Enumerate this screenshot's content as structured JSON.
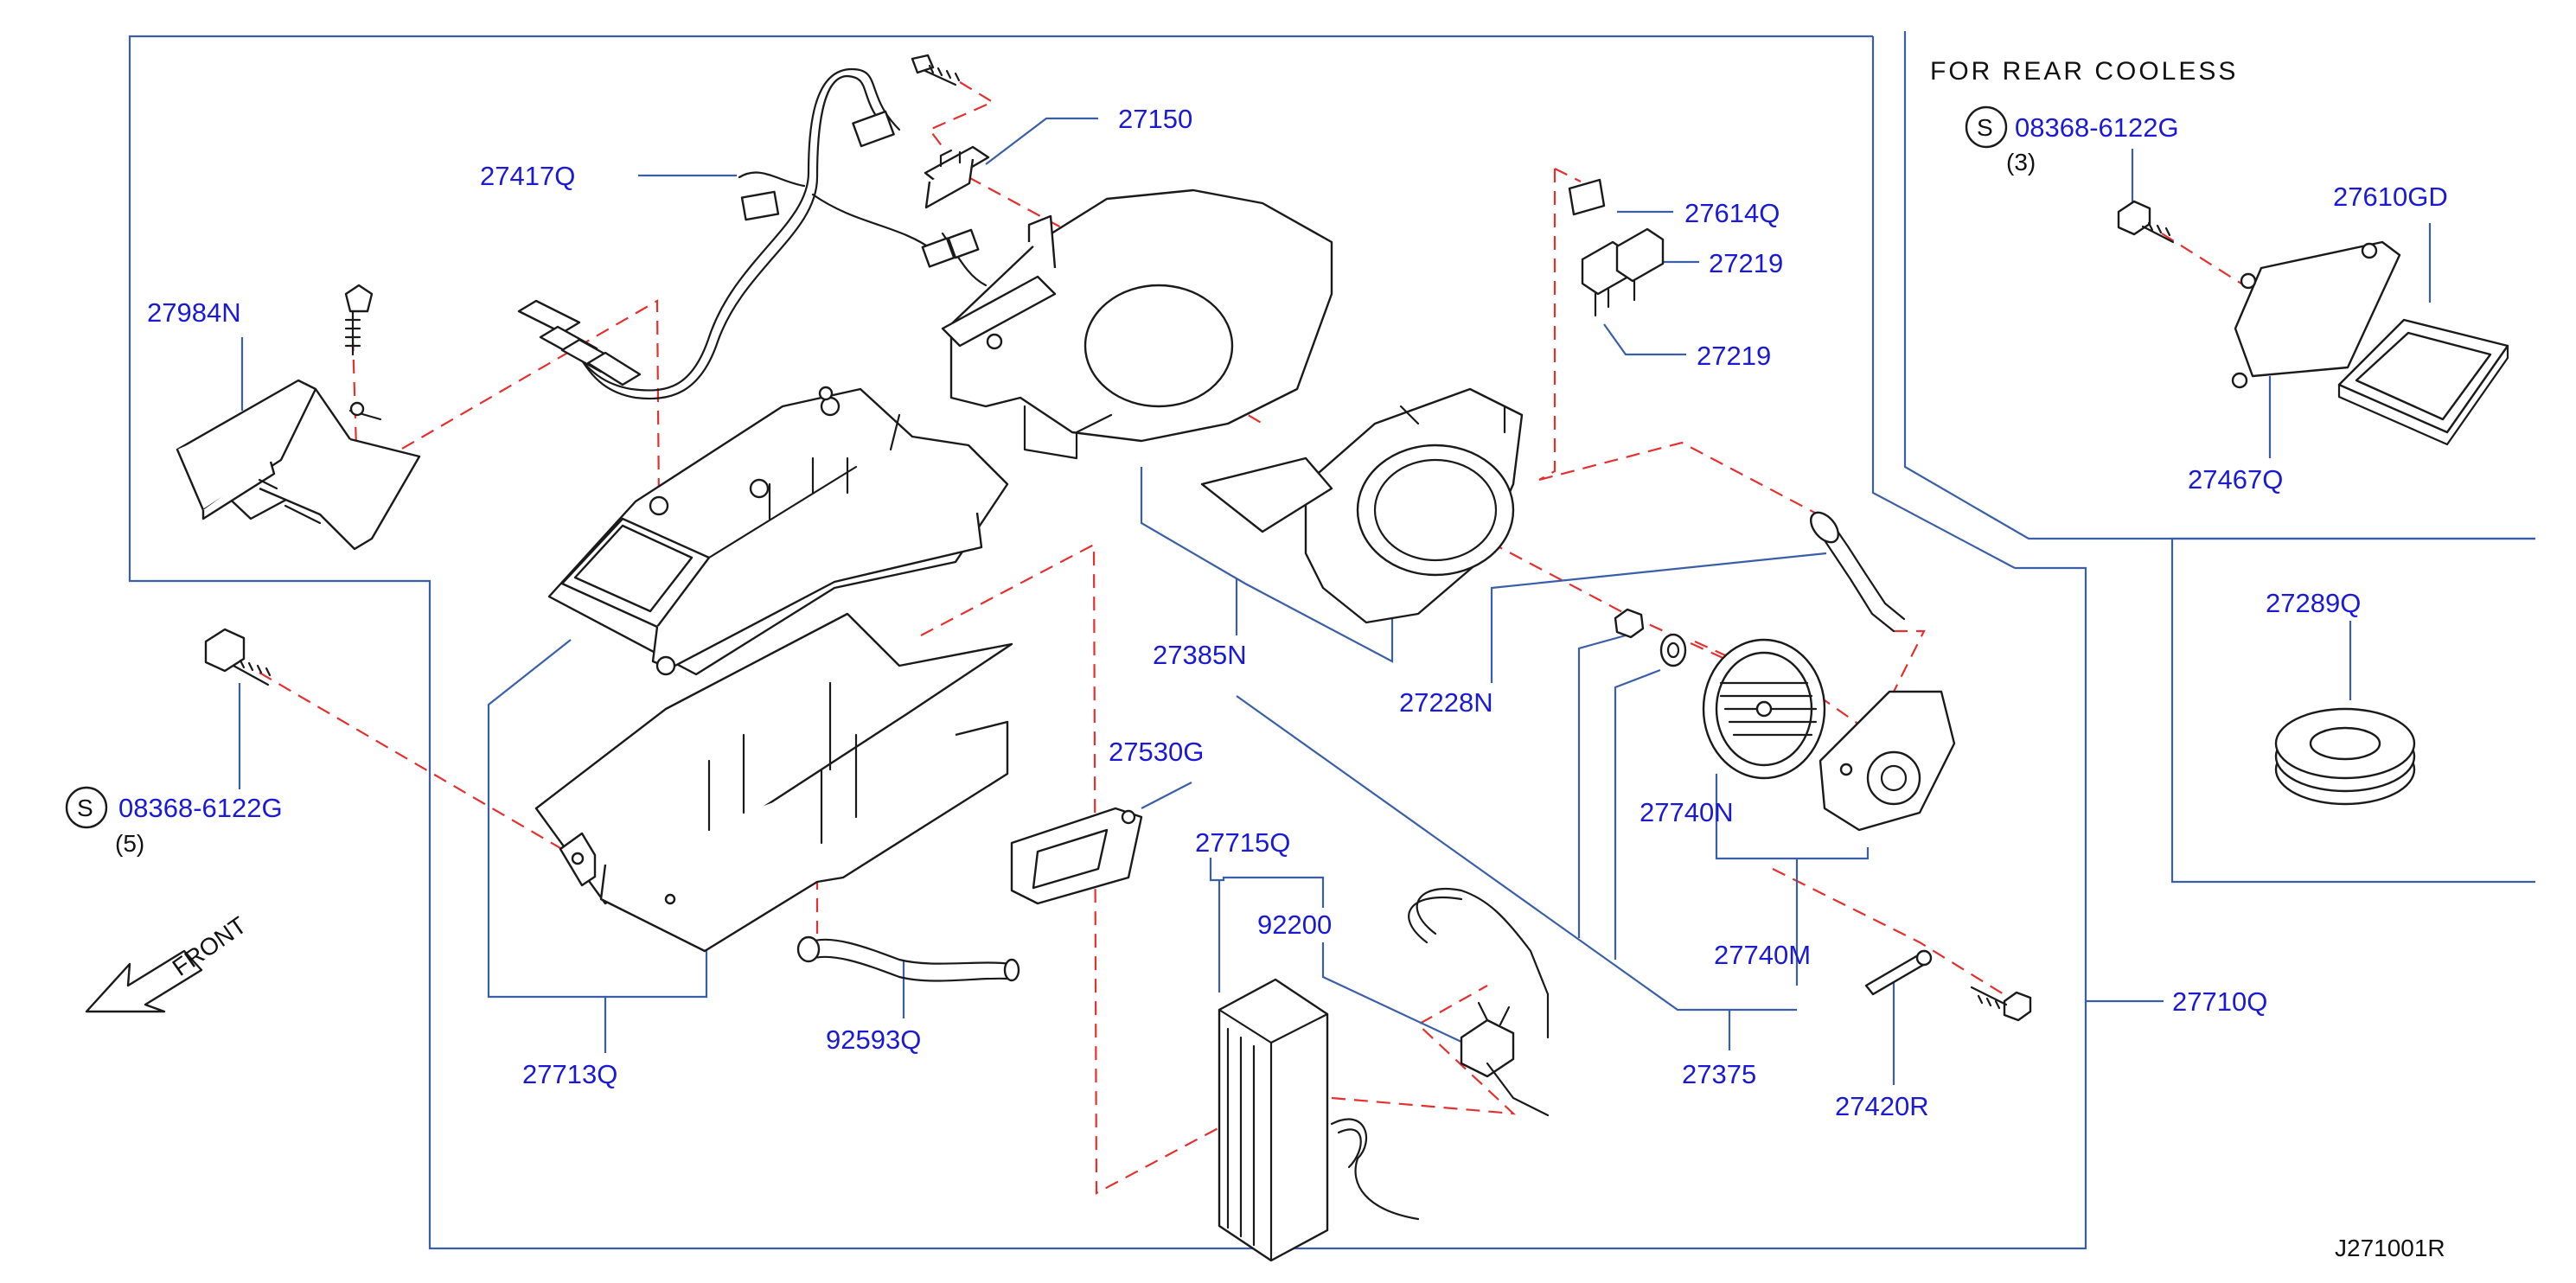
{
  "diagram": {
    "heading": "FOR REAR COOLESS",
    "ref_code": "J271001R",
    "front_label": "FRONT",
    "bolt_symbol": "S",
    "bolt_main": {
      "part_no": "08368-6122G",
      "qty": "(5)"
    },
    "bolt_rear": {
      "part_no": "08368-6122G",
      "qty": "(3)"
    },
    "parts": {
      "p27150": "27150",
      "p27417Q": "27417Q",
      "p27984N": "27984N",
      "p27614Q": "27614Q",
      "p27219a": "27219",
      "p27219b": "27219",
      "p27610GD": "27610GD",
      "p27467Q": "27467Q",
      "p27289Q": "27289Q",
      "p27385N": "27385N",
      "p27228N": "27228N",
      "p27530G": "27530G",
      "p27715Q": "27715Q",
      "p92200": "92200",
      "p27740N": "27740N",
      "p27740M": "27740M",
      "p27713Q": "27713Q",
      "p92593Q": "92593Q",
      "p27375": "27375",
      "p27420R": "27420R",
      "p27710Q": "27710Q"
    }
  }
}
